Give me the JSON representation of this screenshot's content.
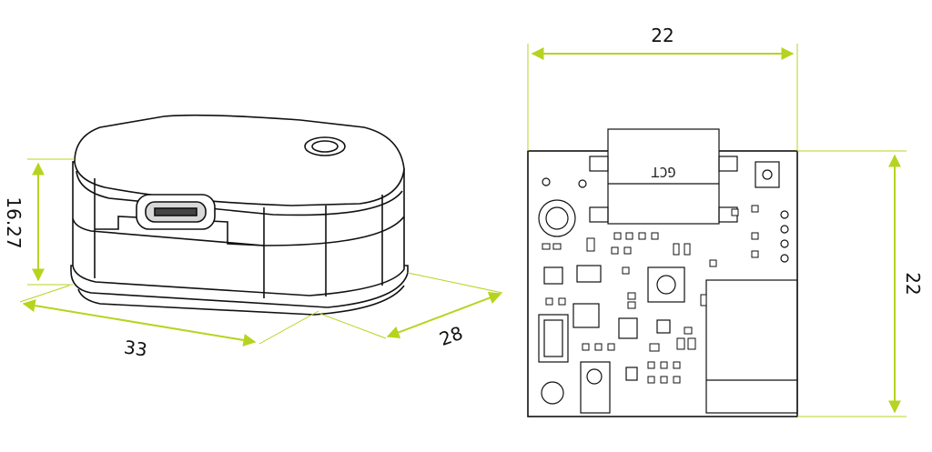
{
  "accent_color": "#b7d31f",
  "line_color": "#111111",
  "module_3d": {
    "dimensions": {
      "height": "16.27",
      "width": "33",
      "depth": "28"
    }
  },
  "pcb_top": {
    "dimensions": {
      "width": "22",
      "height": "22"
    },
    "silkscreen_text": "GCT"
  }
}
